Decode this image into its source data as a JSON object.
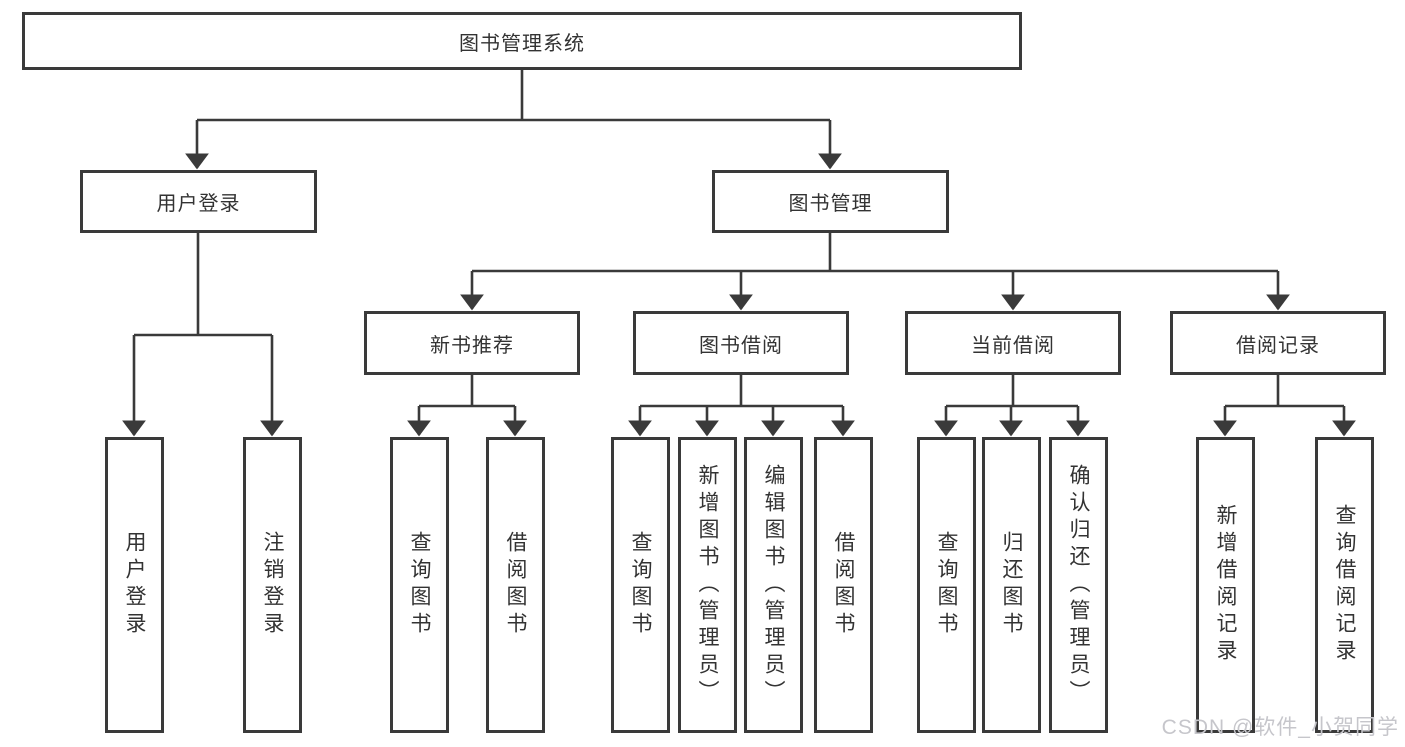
{
  "diagram_type": "hierarchy-chart",
  "colors": {
    "line": "#3a3a3a",
    "box_border": "#3a3a3a",
    "box_background": "#ffffff",
    "text": "#333333",
    "watermark": "#c6c6cb"
  },
  "nodes": {
    "root": "图书管理系统",
    "user_login": "用户登录",
    "book_mgmt": "图书管理",
    "new_book_rec": "新书推荐",
    "book_borrow": "图书借阅",
    "current_borrow": "当前借阅",
    "borrow_record": "借阅记录",
    "leaf_user_login": "用户登录",
    "leaf_logout": "注销登录",
    "leaf_query_book_1": "查询图书",
    "leaf_borrow_book_1": "借阅图书",
    "leaf_query_book_2": "查询图书",
    "leaf_add_book": "新增图书（管理员）",
    "leaf_edit_book": "编辑图书（管理员）",
    "leaf_borrow_book_2": "借阅图书",
    "leaf_query_book_3": "查询图书",
    "leaf_return_book": "归还图书",
    "leaf_confirm_return": "确认归还（管理员）",
    "leaf_add_record": "新增借阅记录",
    "leaf_query_record": "查询借阅记录"
  },
  "hierarchy": {
    "图书管理系统": {
      "用户登录": [
        "用户登录",
        "注销登录"
      ],
      "图书管理": {
        "新书推荐": [
          "查询图书",
          "借阅图书"
        ],
        "图书借阅": [
          "查询图书",
          "新增图书（管理员）",
          "编辑图书（管理员）",
          "借阅图书"
        ],
        "当前借阅": [
          "查询图书",
          "归还图书",
          "确认归还（管理员）"
        ],
        "借阅记录": [
          "新增借阅记录",
          "查询借阅记录"
        ]
      }
    }
  },
  "watermark": "CSDN @软件_小贺同学"
}
